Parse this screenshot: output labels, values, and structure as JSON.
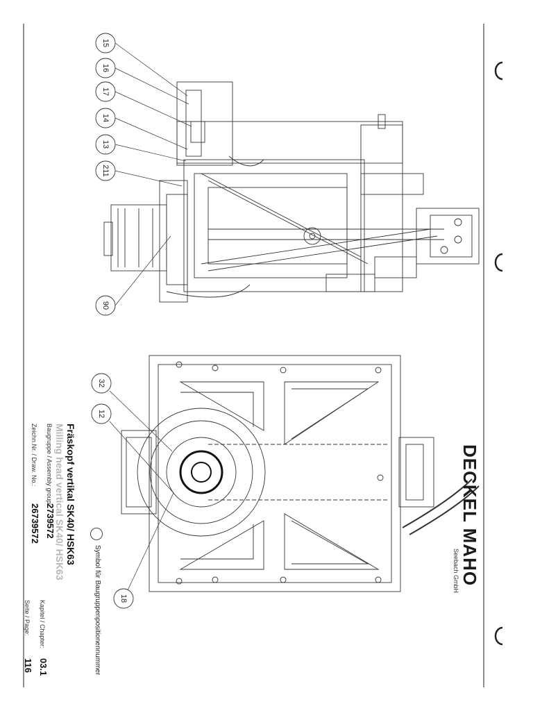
{
  "callouts": [
    "15",
    "16",
    "17",
    "14",
    "13",
    "211",
    "90",
    "32",
    "12",
    "18"
  ],
  "brand": {
    "logo": "DECKEL MAHO",
    "sub": "Seebach GmbH"
  },
  "titleblock": {
    "symbol_note": "Symbol für Baugruppenpositionennummer",
    "title_de": "Fräskopf vertikal SK40/ HSK63",
    "title_en": "Milling head vertical SK40/ HSK63",
    "assembly_label": "Baugruppe / Assembly group:",
    "assembly_value": "2739572",
    "drawno_label": "Zeichn.Nr. / Draw. No.:",
    "drawno_value": "26739572",
    "chapter_label": "Kapitel / Chapter:",
    "chapter_value": "03.1",
    "page_label": "Seite / Page:",
    "page_value": "116"
  }
}
